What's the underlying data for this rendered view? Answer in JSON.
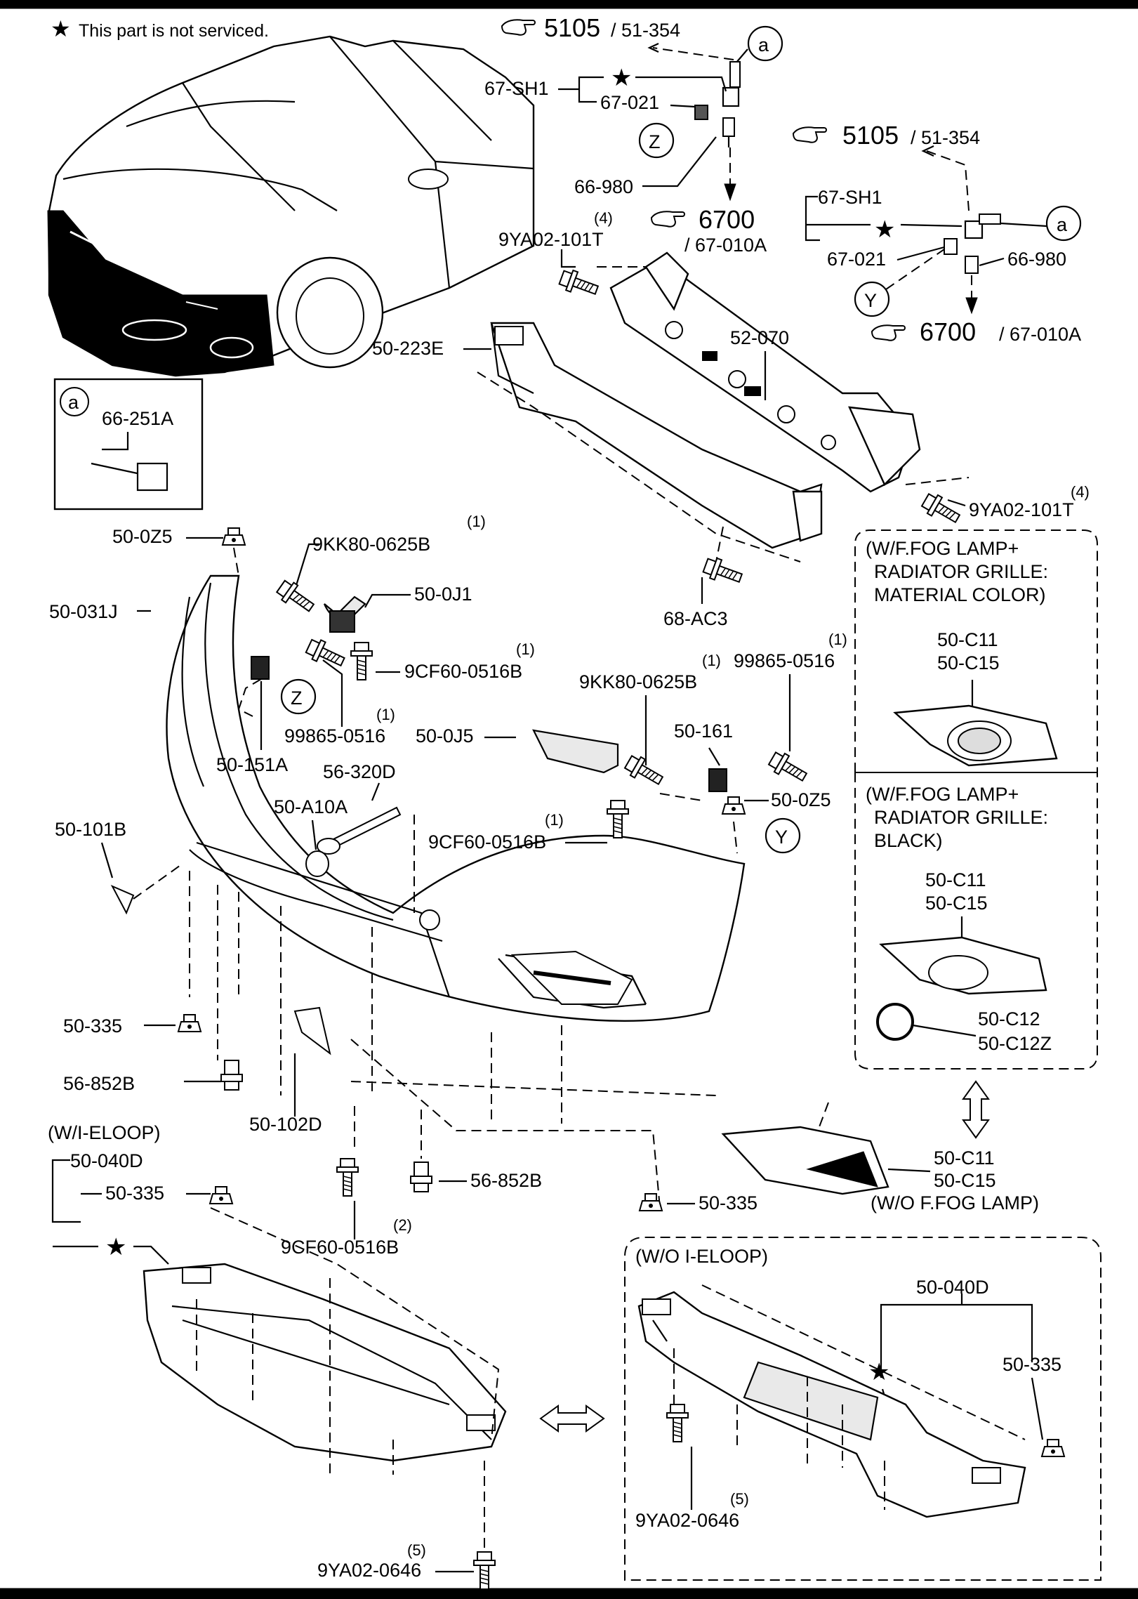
{
  "legend": {
    "star": "★",
    "note": "This part is not serviced."
  },
  "refs": {
    "r1": {
      "big": "5105",
      "small": "/ 51-354"
    },
    "r2": {
      "big": "5105",
      "small": "/ 51-354"
    },
    "r3": {
      "big": "6700",
      "small": "/ 67-010A"
    },
    "r4": {
      "big": "6700",
      "small": "/ 67-010A"
    }
  },
  "callouts": {
    "a": "a",
    "z": "Z",
    "y": "Y",
    "star": "★"
  },
  "inset_a": {
    "part": "66-251A"
  },
  "labels": {
    "sh1_top": "67-SH1",
    "p021_top": "67-021",
    "p980_top": "66-980",
    "sh1_right": "67-SH1",
    "p021_right": "67-021",
    "p980_right": "66-980",
    "bolt_left": "9YA02-101T",
    "bolt_left_q": "(4)",
    "bolt_right": "9YA02-101T",
    "bolt_right_q": "(4)",
    "absorber": "50-223E",
    "reinforcement": "52-070",
    "p68ac3": "68-AC3",
    "p50oz5_top": "50-0Z5",
    "p9kk80_left": "9KK80-0625B",
    "p9kk80_left_q": "(1)",
    "p50oj1": "50-0J1",
    "bumper": "50-031J",
    "p9cf60_a": "9CF60-0516B",
    "p9cf60_a_q": "(1)",
    "p99865_left": "99865-0516",
    "p99865_left_q": "(1)",
    "p50151a": "50-151A",
    "p56320d": "56-320D",
    "p50a10a": "50-A10A",
    "p50101b": "50-101B",
    "p50oj5": "50-0J5",
    "p9kk80_right": "9KK80-0625B",
    "p9kk80_right_q": "(1)",
    "p99865_right": "99865-0516",
    "p99865_right_q": "(1)",
    "p50161": "50-161",
    "p50oz5_mid": "50-0Z5",
    "p9cf60_b": "9CF60-0516B",
    "p9cf60_b_q": "(1)",
    "p50335_a": "50-335",
    "p56852b_a": "56-852B",
    "p50102d": "50-102D",
    "p56852b_b": "56-852B",
    "p50335_b": "50-335",
    "eloop": "(W/I-ELOOP)",
    "p50040d_a": "50-040D",
    "p50335_c": "50-335",
    "p9cf60_c": "9CF60-0516B",
    "p9cf60_c_q": "(2)",
    "p9ya02_a": "9YA02-0646",
    "p9ya02_a_q": "(5)"
  },
  "box_fog_color": {
    "line1": "(W/F.FOG LAMP+",
    "line2": "RADIATOR GRILLE:",
    "line3": "MATERIAL COLOR)",
    "p1": "50-C11",
    "p2": "50-C15"
  },
  "box_fog_black": {
    "line1": "(W/F.FOG LAMP+",
    "line2": "RADIATOR GRILLE:",
    "line3": "BLACK)",
    "p1": "50-C11",
    "p2": "50-C15",
    "p3": "50-C12",
    "p4": "50-C12Z"
  },
  "wo_fog": {
    "p1": "50-C11",
    "p2": "50-C15",
    "note": "(W/O F.FOG LAMP)"
  },
  "box_wo_eloop": {
    "title": "(W/O I-ELOOP)",
    "p1": "50-040D",
    "p2": "50-335",
    "p3": "9YA02-0646",
    "p3_q": "(5)"
  }
}
